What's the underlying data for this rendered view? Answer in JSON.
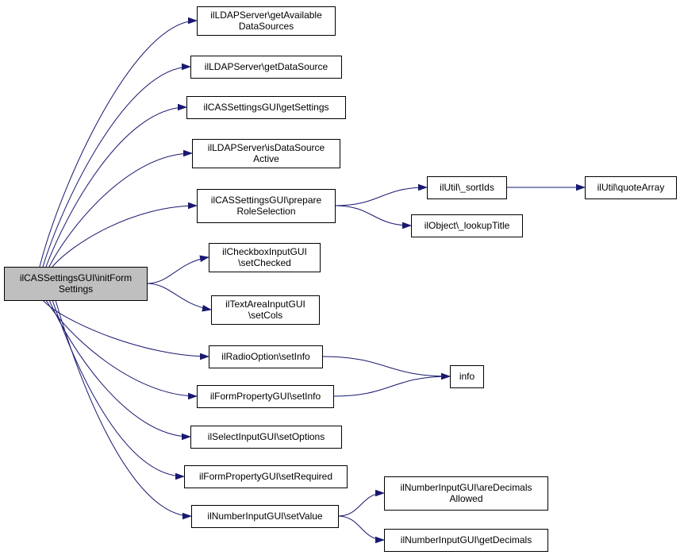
{
  "nodes": [
    {
      "id": "root",
      "lines": [
        "ilCASSettingsGUI\\initForm",
        "Settings"
      ],
      "highlight": true
    },
    {
      "id": "getAvailableDataSources",
      "lines": [
        "ilLDAPServer\\getAvailable",
        "DataSources"
      ]
    },
    {
      "id": "getDataSource",
      "lines": [
        "ilLDAPServer\\getDataSource"
      ]
    },
    {
      "id": "getSettings",
      "lines": [
        "ilCASSettingsGUI\\getSettings"
      ]
    },
    {
      "id": "isDataSourceActive",
      "lines": [
        "ilLDAPServer\\isDataSource",
        "Active"
      ]
    },
    {
      "id": "prepareRoleSelection",
      "lines": [
        "ilCASSettingsGUI\\prepare",
        "RoleSelection"
      ]
    },
    {
      "id": "setChecked",
      "lines": [
        "ilCheckboxInputGUI",
        "\\setChecked"
      ]
    },
    {
      "id": "setCols",
      "lines": [
        "ilTextAreaInputGUI",
        "\\setCols"
      ]
    },
    {
      "id": "radioSetInfo",
      "lines": [
        "ilRadioOption\\setInfo"
      ]
    },
    {
      "id": "formPropSetInfo",
      "lines": [
        "ilFormPropertyGUI\\setInfo"
      ]
    },
    {
      "id": "setOptions",
      "lines": [
        "ilSelectInputGUI\\setOptions"
      ]
    },
    {
      "id": "setRequired",
      "lines": [
        "ilFormPropertyGUI\\setRequired"
      ]
    },
    {
      "id": "setValue",
      "lines": [
        "ilNumberInputGUI\\setValue"
      ]
    },
    {
      "id": "sortIds",
      "lines": [
        "ilUtil\\_sortIds"
      ]
    },
    {
      "id": "lookupTitle",
      "lines": [
        "ilObject\\_lookupTitle"
      ]
    },
    {
      "id": "quoteArray",
      "lines": [
        "ilUtil\\quoteArray"
      ]
    },
    {
      "id": "info",
      "lines": [
        "info"
      ]
    },
    {
      "id": "areDecimalsAllowed",
      "lines": [
        "ilNumberInputGUI\\areDecimals",
        "Allowed"
      ]
    },
    {
      "id": "getDecimals",
      "lines": [
        "ilNumberInputGUI\\getDecimals"
      ]
    }
  ],
  "edges": [
    {
      "from": "root",
      "to": "getAvailableDataSources"
    },
    {
      "from": "root",
      "to": "getDataSource"
    },
    {
      "from": "root",
      "to": "getSettings"
    },
    {
      "from": "root",
      "to": "isDataSourceActive"
    },
    {
      "from": "root",
      "to": "prepareRoleSelection"
    },
    {
      "from": "root",
      "to": "setChecked"
    },
    {
      "from": "root",
      "to": "setCols"
    },
    {
      "from": "root",
      "to": "radioSetInfo"
    },
    {
      "from": "root",
      "to": "formPropSetInfo"
    },
    {
      "from": "root",
      "to": "setOptions"
    },
    {
      "from": "root",
      "to": "setRequired"
    },
    {
      "from": "root",
      "to": "setValue"
    },
    {
      "from": "prepareRoleSelection",
      "to": "sortIds"
    },
    {
      "from": "prepareRoleSelection",
      "to": "lookupTitle"
    },
    {
      "from": "sortIds",
      "to": "quoteArray"
    },
    {
      "from": "radioSetInfo",
      "to": "info"
    },
    {
      "from": "formPropSetInfo",
      "to": "info"
    },
    {
      "from": "setValue",
      "to": "areDecimalsAllowed"
    },
    {
      "from": "setValue",
      "to": "getDecimals"
    }
  ]
}
